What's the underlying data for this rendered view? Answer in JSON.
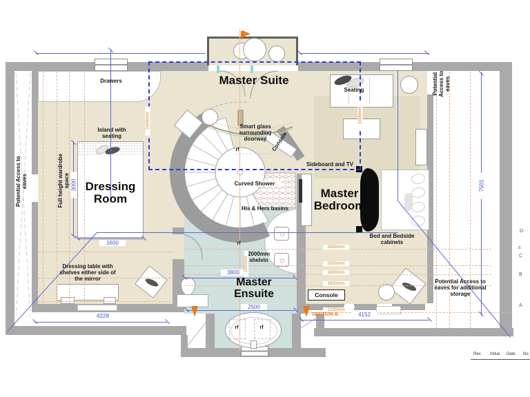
{
  "colors": {
    "floor": "#eae4d1",
    "ensuite_floor": "#cfe0dd",
    "wall_gray": "#a9a9a9",
    "dim_blue": "#4353c9",
    "dashed_blue": "#2b3bd6",
    "orange": "#e8791b",
    "pale_orange": "#edb08a"
  },
  "rooms": {
    "suite": "Master Suite",
    "dressing": "Dressing Room",
    "bedroom": "Master Bedroom",
    "ensuite": "Master Ensuite"
  },
  "labels": {
    "drawers": "Drawers",
    "island": "Island with seating",
    "wardrobe": "Full height wardrobe space",
    "eaves": "Potential Access to eaves",
    "eaves_bottom": "Potential Access to eaves for additional storage",
    "smart_glass": "Smart glass surrounding doorway",
    "console": "Console",
    "curved_shower": "Curved Shower",
    "basins": "His & Hers basins",
    "sideboard": "Sideboard and TV",
    "seating": "Seating",
    "bed": "Bed and Bedside cabinets",
    "dressing_table": "Dressing table with shelves either side of the mirror",
    "shelving": "2000mm shelvin",
    "rf": "rf",
    "section_b": "SECTION B"
  },
  "dimensions": {
    "blue": {
      "h3000": "3000",
      "w1600": "1600",
      "w4228": "4228",
      "w3800": "3800",
      "w2500": "2500",
      "w4152": "4152",
      "h7501": "7501"
    },
    "orange": {
      "h2400": "2400mm",
      "h2600": "2600mm",
      "h2000": "2000mm",
      "h1800": "1800mm",
      "h1600": "1600mm",
      "h1200": "1200mm",
      "v2291": "2291mm"
    }
  },
  "titleblock": {
    "rev": "Rev.",
    "initial": "Initial",
    "date": "Date",
    "no": "No"
  },
  "edge_fragments": {
    "f1": "D",
    "f2": "s",
    "f3": "C",
    "f4": "B",
    "f5": "A"
  }
}
